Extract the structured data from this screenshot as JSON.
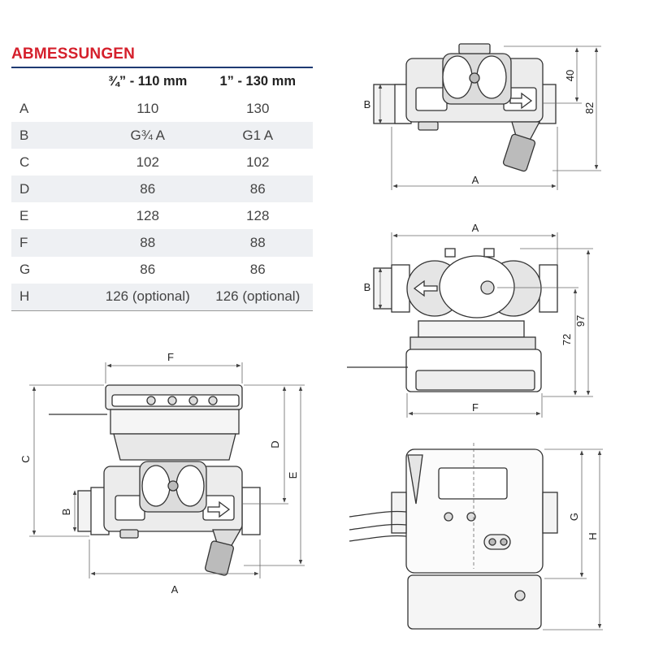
{
  "title": "ABMESSUNGEN",
  "table": {
    "headers": [
      "",
      "¾” - 110 mm",
      "1” - 130 mm"
    ],
    "rows": [
      [
        "A",
        "110",
        "130"
      ],
      [
        "B",
        "G¾ A",
        "G1 A"
      ],
      [
        "C",
        "102",
        "102"
      ],
      [
        "D",
        "86",
        "86"
      ],
      [
        "E",
        "128",
        "128"
      ],
      [
        "F",
        "88",
        "88"
      ],
      [
        "G",
        "86",
        "86"
      ],
      [
        "H",
        "126 (optional)",
        "126 (optional)"
      ]
    ]
  },
  "drawings": {
    "top_right": {
      "A": "A",
      "B": "B",
      "d40": "40",
      "d82": "82"
    },
    "middle_right": {
      "A": "A",
      "B": "B",
      "F": "F",
      "d72": "72",
      "d97": "97"
    },
    "bottom_left": {
      "F": "F",
      "C": "C",
      "D": "D",
      "E": "E",
      "B": "B",
      "A": "A"
    },
    "bottom_right": {
      "G": "G",
      "H": "H"
    }
  }
}
